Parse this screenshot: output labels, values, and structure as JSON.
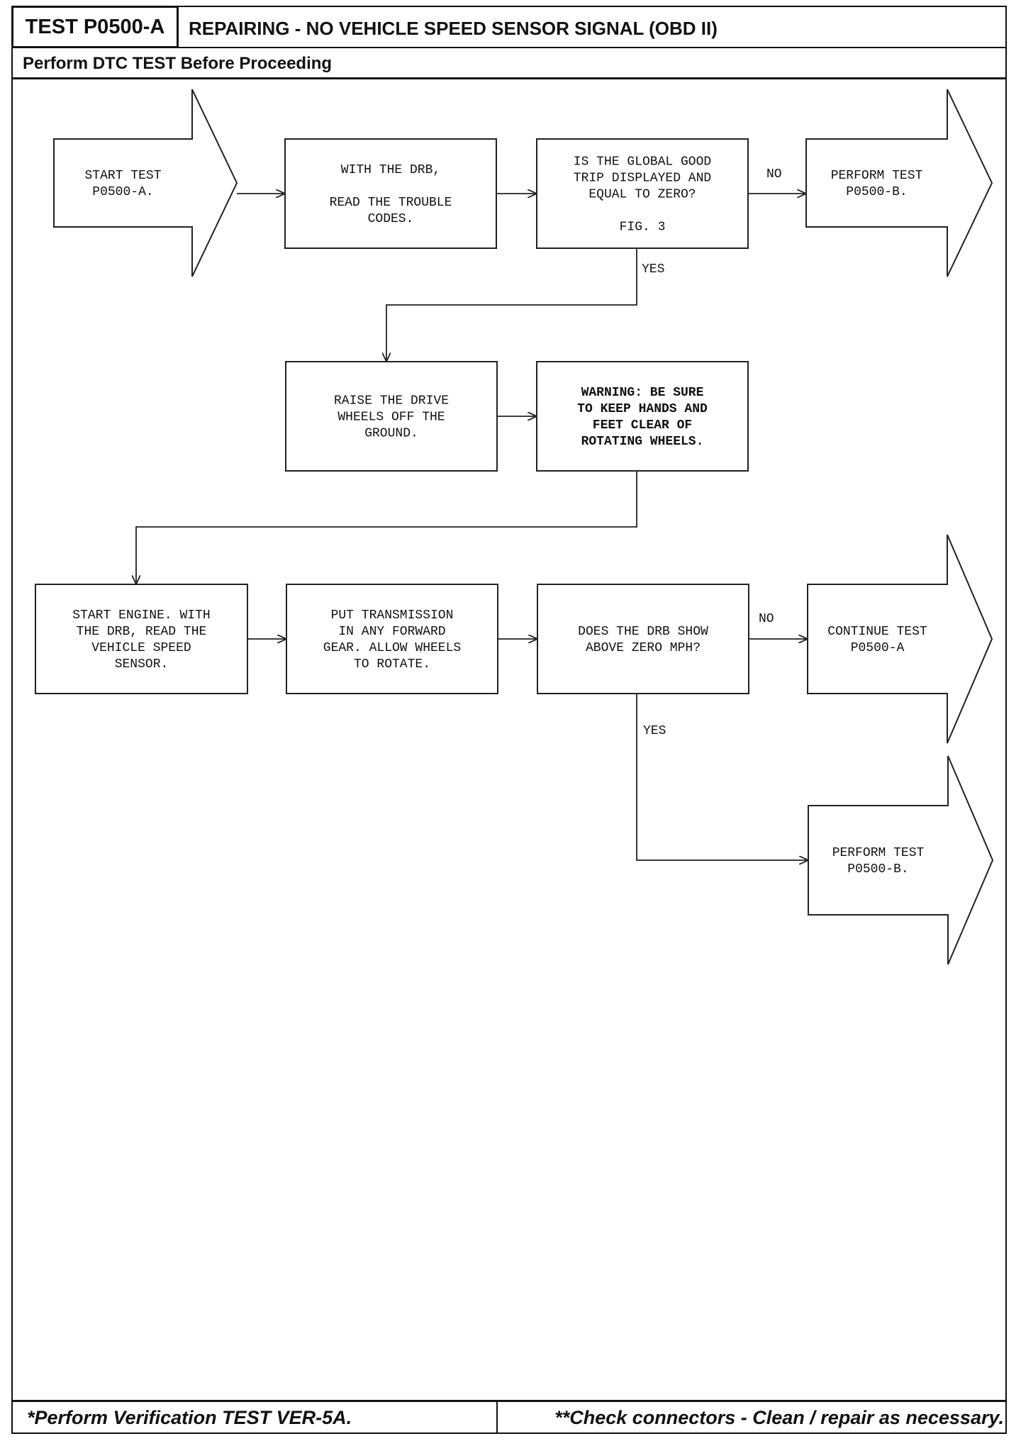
{
  "header": {
    "test_id": "TEST P0500-A",
    "title": "REPAIRING - NO VEHICLE SPEED SENSOR SIGNAL (OBD II)",
    "subtitle": "Perform DTC TEST Before Proceeding"
  },
  "footer": {
    "left": "*Perform Verification TEST VER-5A.",
    "right": "**Check connectors - Clean / repair as necessary."
  },
  "flowchart": {
    "nodes": [
      {
        "id": "start",
        "shape": "arrow",
        "bold": false,
        "lines": [
          "START TEST",
          "P0500-A."
        ]
      },
      {
        "id": "read-codes",
        "shape": "box",
        "bold": false,
        "lines": [
          "WITH THE DRB,",
          "",
          "READ THE TROUBLE",
          "CODES."
        ]
      },
      {
        "id": "global-good-trip",
        "shape": "box",
        "bold": false,
        "lines": [
          "IS THE GLOBAL GOOD",
          "TRIP DISPLAYED AND",
          "EQUAL TO ZERO?",
          "",
          "FIG. 3"
        ]
      },
      {
        "id": "perform-b-1",
        "shape": "arrow",
        "bold": false,
        "lines": [
          "PERFORM TEST",
          "P0500-B."
        ]
      },
      {
        "id": "raise-wheels",
        "shape": "box",
        "bold": false,
        "lines": [
          "RAISE THE DRIVE",
          "WHEELS OFF THE",
          "GROUND."
        ]
      },
      {
        "id": "warning",
        "shape": "box",
        "bold": true,
        "lines": [
          "WARNING: BE SURE",
          "TO KEEP HANDS AND",
          "FEET CLEAR OF",
          "ROTATING WHEELS."
        ]
      },
      {
        "id": "start-engine",
        "shape": "box",
        "bold": false,
        "lines": [
          "START ENGINE. WITH",
          "THE DRB, READ THE",
          "VEHICLE SPEED",
          "SENSOR."
        ]
      },
      {
        "id": "put-transmission",
        "shape": "box",
        "bold": false,
        "lines": [
          "PUT TRANSMISSION",
          "IN ANY FORWARD",
          "GEAR. ALLOW WHEELS",
          "TO ROTATE."
        ]
      },
      {
        "id": "drb-show-mph",
        "shape": "box",
        "bold": false,
        "lines": [
          "DOES THE DRB SHOW",
          "ABOVE ZERO MPH?"
        ]
      },
      {
        "id": "continue-a",
        "shape": "arrow",
        "bold": false,
        "lines": [
          "CONTINUE TEST",
          "P0500-A"
        ]
      },
      {
        "id": "perform-b-2",
        "shape": "arrow",
        "bold": false,
        "lines": [
          "PERFORM TEST",
          "P0500-B."
        ]
      }
    ],
    "edges": [
      {
        "from": "start",
        "to": "read-codes",
        "label": ""
      },
      {
        "from": "read-codes",
        "to": "global-good-trip",
        "label": ""
      },
      {
        "from": "global-good-trip",
        "to": "perform-b-1",
        "label": "NO"
      },
      {
        "from": "global-good-trip",
        "to": "raise-wheels",
        "label": "YES"
      },
      {
        "from": "raise-wheels",
        "to": "warning",
        "label": ""
      },
      {
        "from": "warning",
        "to": "start-engine",
        "label": ""
      },
      {
        "from": "start-engine",
        "to": "put-transmission",
        "label": ""
      },
      {
        "from": "put-transmission",
        "to": "drb-show-mph",
        "label": ""
      },
      {
        "from": "drb-show-mph",
        "to": "continue-a",
        "label": "NO"
      },
      {
        "from": "drb-show-mph",
        "to": "perform-b-2",
        "label": "YES"
      }
    ]
  }
}
